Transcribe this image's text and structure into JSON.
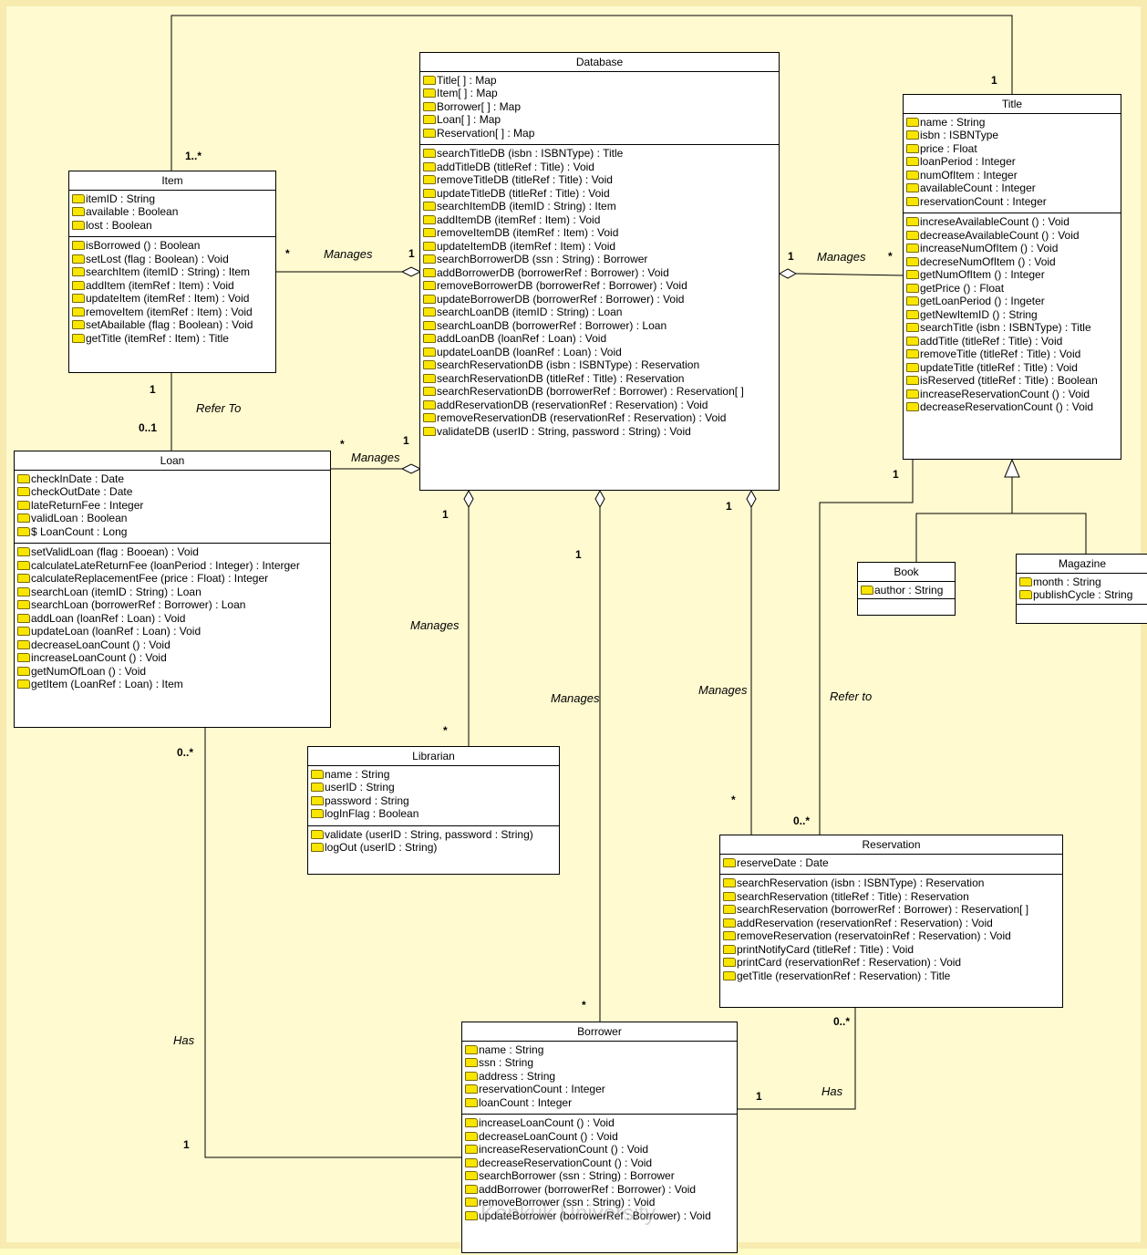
{
  "classes": {
    "database": {
      "name": "Database",
      "attributes": [
        "Title[ ] : Map",
        "Item[ ] : Map",
        "Borrower[ ] : Map",
        "Loan[ ] : Map",
        "Reservation[ ] : Map"
      ],
      "operations": [
        "searchTitleDB (isbn : ISBNType) : Title",
        "addTitleDB (titleRef : Title) : Void",
        "removeTitleDB (titleRef : Title) : Void",
        "updateTitleDB (titleRef : Title) : Void",
        "searchItemDB (itemID : String) : Item",
        "addItemDB (itemRef : Item) : Void",
        "removeItemDB (itemRef : Item) : Void",
        "updateItemDB (itemRef : Item) : Void",
        "searchBorrowerDB (ssn : String) : Borrower",
        "addBorrowerDB (borrowerRef : Borrower) : Void",
        "removeBorrowerDB (borrowerRef : Borrower) : Void",
        "updateBorrowerDB (borrowerRef : Borrower) : Void",
        "searchLoanDB (itemID : String) : Loan",
        "searchLoanDB (borrowerRef : Borrower) : Loan",
        "addLoanDB (loanRef : Loan) : Void",
        "updateLoanDB (loanRef : Loan) : Void",
        "searchReservationDB (isbn : ISBNType) : Reservation",
        "searchReservationDB (titleRef : Title) : Reservation",
        "searchReservationDB (borrowerRef : Borrower) : Reservation[ ]",
        "addReservationDB (reservationRef : Reservation) : Void",
        "removeReservationDB (reservationRef : Reservation) : Void",
        "validateDB (userID : String, password : String) : Void"
      ]
    },
    "title": {
      "name": "Title",
      "attributes": [
        "name : String",
        "isbn : ISBNType",
        "price : Float",
        "loanPeriod : Integer",
        "numOfItem : Integer",
        "availableCount : Integer",
        "reservationCount : Integer"
      ],
      "operations": [
        "increseAvailableCount () : Void",
        "decreaseAvailableCount () : Void",
        "increaseNumOfItem () : Void",
        "decreseNumOfItem () : Void",
        "getNumOfItem () : Integer",
        "getPrice () : Float",
        "getLoanPeriod () : Ingeter",
        "getNewItemID () : String",
        "searchTitle (isbn : ISBNType) : Title",
        "addTitle (titleRef : Title) : Void",
        "removeTitle (titleRef : Title) : Void",
        "updateTitle (titleRef : Title) : Void",
        "isReserved (titleRef : Title) : Boolean",
        "increaseReservationCount () : Void",
        "decreaseReservationCount () : Void"
      ]
    },
    "item": {
      "name": "Item",
      "attributes": [
        "itemID : String",
        "available : Boolean",
        "lost : Boolean"
      ],
      "operations": [
        "isBorrowed () : Boolean",
        "setLost (flag : Boolean) : Void",
        "searchItem (itemID : String) : Item",
        "addItem (itemRef : Item) : Void",
        "updateItem (itemRef : Item) : Void",
        "removeItem (itemRef : Item) : Void",
        "setAbailable (flag : Boolean) : Void",
        "getTitle (itemRef : Item) : Title"
      ]
    },
    "loan": {
      "name": "Loan",
      "attributes": [
        "checkInDate : Date",
        "checkOutDate : Date",
        "lateReturnFee : Integer",
        "validLoan : Boolean",
        "$ LoanCount : Long"
      ],
      "operations": [
        "setValidLoan (flag : Booean) : Void",
        "calculateLateReturnFee (loanPeriod : Integer) : Interger",
        "calculateReplacementFee (price : Float) : Integer",
        "searchLoan (itemID : String) : Loan",
        "searchLoan (borrowerRef : Borrower) : Loan",
        "addLoan (loanRef : Loan) : Void",
        "updateLoan (loanRef : Loan) : Void",
        "decreaseLoanCount () : Void",
        "increaseLoanCount () : Void",
        "getNumOfLoan () : Void",
        "getItem (LoanRef : Loan) : Item"
      ]
    },
    "book": {
      "name": "Book",
      "attributes": [
        "author : String"
      ],
      "operations": []
    },
    "magazine": {
      "name": "Magazine",
      "attributes": [
        "month : String",
        "publishCycle : String"
      ],
      "operations": []
    },
    "librarian": {
      "name": "Librarian",
      "attributes": [
        "name : String",
        "userID : String",
        "password : String",
        "logInFlag : Boolean"
      ],
      "operations": [
        "validate (userID : String, password : String)",
        "logOut (userID : String)"
      ]
    },
    "reservation": {
      "name": "Reservation",
      "attributes": [
        "reserveDate : Date"
      ],
      "operations": [
        "searchReservation (isbn : ISBNType) : Reservation",
        "searchReservation (titleRef : Title) : Reservation",
        "searchReservation (borrowerRef : Borrower) : Reservation[ ]",
        "addReservation (reservationRef : Reservation) : Void",
        "removeReservation (reservatoinRef : Reservation) : Void",
        "printNotifyCard (titleRef : Title) : Void",
        "printCard (reservationRef : Reservation) : Void",
        "getTitle (reservationRef : Reservation) : Title"
      ]
    },
    "borrower": {
      "name": "Borrower",
      "attributes": [
        "name : String",
        "ssn : String",
        "address : String",
        "reservationCount : Integer",
        "loanCount : Integer"
      ],
      "operations": [
        "increaseLoanCount () : Void",
        "decreaseLoanCount () : Void",
        "increaseReservationCount () : Void",
        "decreaseReservationCount () : Void",
        "searchBorrower (ssn : String) : Borrower",
        "addBorrower (borrowerRef : Borrower) : Void",
        "removeBorrower (ssn : String) : Void",
        "updateBorrower (borrowerRef : Borrower) : Void"
      ]
    }
  },
  "labels": {
    "manages": "Manages",
    "refer_to": "Refer To",
    "refer_to_lower": "Refer to",
    "has": "Has",
    "one": "1",
    "many": "*",
    "one_to_many": "1..*",
    "zero_to_one": "0..1",
    "zero_to_many": "0..*"
  },
  "watermark": "Konkuk University",
  "colors": {
    "background": "#fffad0",
    "folder_icon": "#f8e500",
    "class_fill": "#ffffff"
  }
}
